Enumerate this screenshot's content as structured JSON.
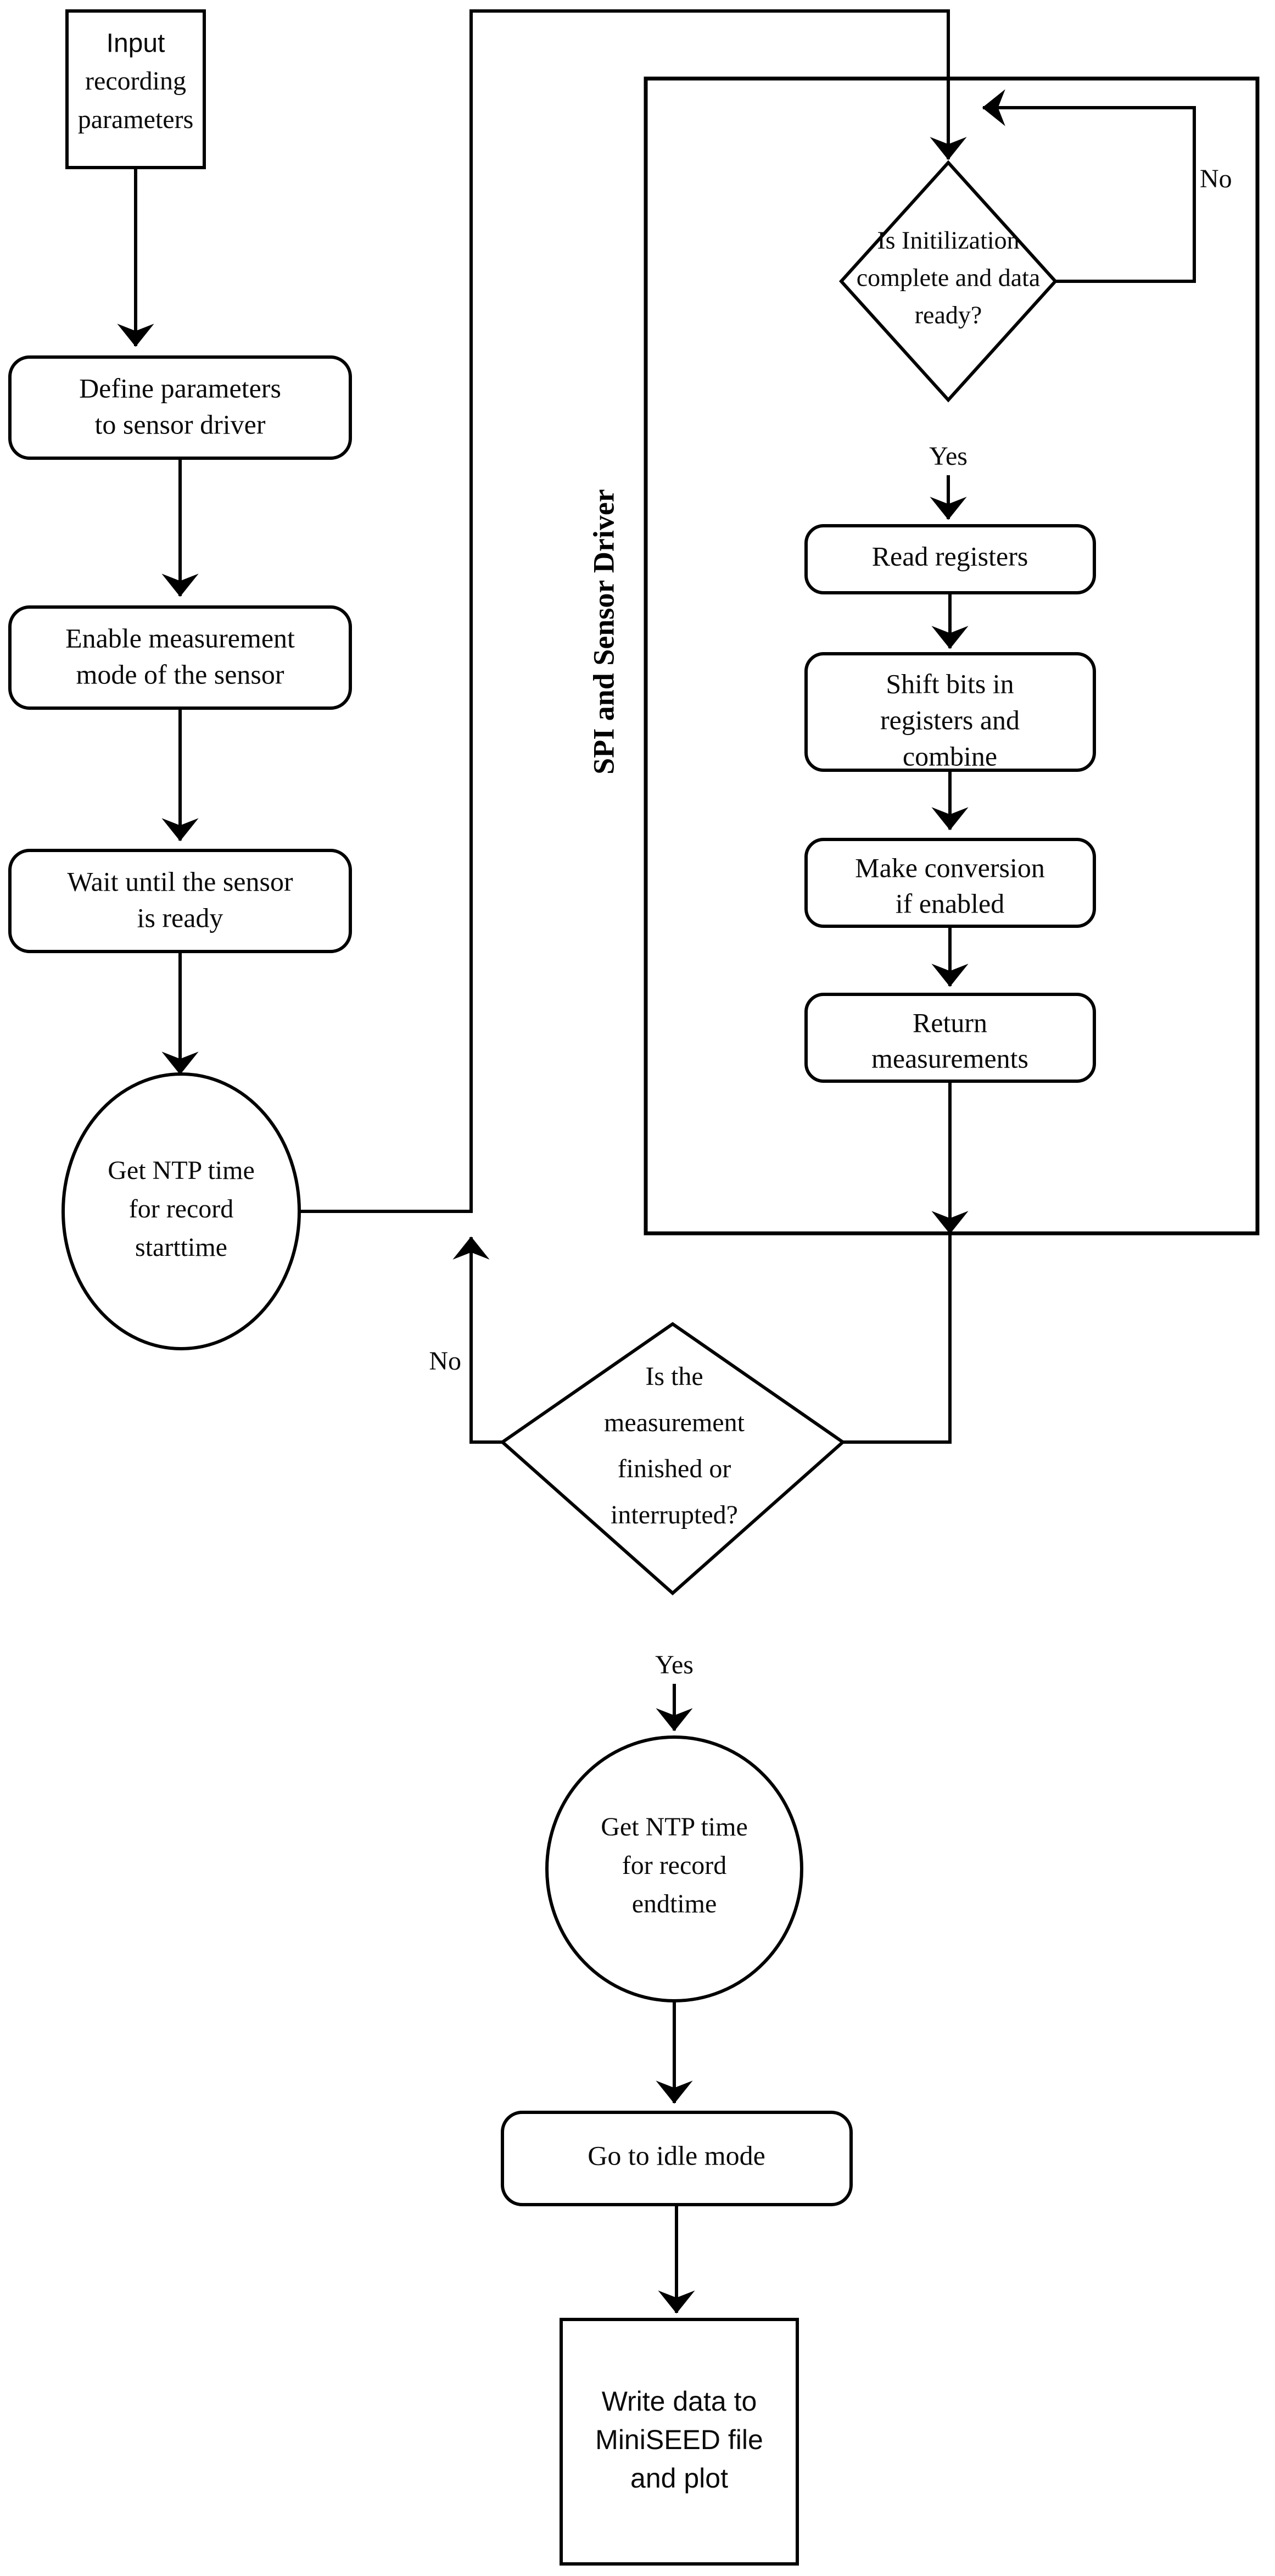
{
  "diagram": {
    "title": "Sensor recording flowchart",
    "group_label": "SPI and Sensor Driver",
    "colors": {
      "stroke": "#000000",
      "fill": "#ffffff",
      "text": "#0a0a0a"
    },
    "nodes": [
      {
        "id": "input-recording-parameters",
        "type": "process-square",
        "lines": [
          "Input",
          "recording",
          "parameters"
        ]
      },
      {
        "id": "define-parameters",
        "type": "rounded-process",
        "lines": [
          "Define parameters",
          "to sensor driver"
        ]
      },
      {
        "id": "enable-measurement-mode",
        "type": "rounded-process",
        "lines": [
          "Enable measurement",
          "mode of the sensor"
        ]
      },
      {
        "id": "wait-until-sensor-ready",
        "type": "rounded-process",
        "lines": [
          "Wait until the sensor",
          "is ready"
        ]
      },
      {
        "id": "get-ntp-starttime",
        "type": "ellipse",
        "lines": [
          "Get NTP time",
          "for record",
          "starttime"
        ]
      },
      {
        "id": "init-complete-decision",
        "type": "decision",
        "lines": [
          "Is Initilization",
          "complete and data",
          "ready?"
        ]
      },
      {
        "id": "read-registers",
        "type": "rounded-process",
        "lines": [
          "Read registers"
        ]
      },
      {
        "id": "shift-bits",
        "type": "rounded-process",
        "lines": [
          "Shift bits in",
          "registers and",
          "combine"
        ]
      },
      {
        "id": "make-conversion",
        "type": "rounded-process",
        "lines": [
          "Make conversion",
          "if enabled"
        ]
      },
      {
        "id": "return-measurements",
        "type": "rounded-process",
        "lines": [
          "Return",
          "measurements"
        ]
      },
      {
        "id": "measurement-finished-decision",
        "type": "decision",
        "lines": [
          "Is the",
          "measurement",
          "finished or",
          "interrupted?"
        ]
      },
      {
        "id": "get-ntp-endtime",
        "type": "ellipse",
        "lines": [
          "Get NTP time",
          "for record",
          "endtime"
        ]
      },
      {
        "id": "go-to-idle-mode",
        "type": "rounded-process",
        "lines": [
          "Go to idle mode"
        ]
      },
      {
        "id": "write-miniseed",
        "type": "process-square",
        "lines": [
          "Write data to",
          "MiniSEED file",
          "and plot"
        ]
      }
    ],
    "edge_labels": {
      "init_no": "No",
      "init_yes": "Yes",
      "measurement_no": "No",
      "measurement_yes": "Yes"
    },
    "nodes_text": {
      "input_l1": "Input",
      "input_l2": "recording",
      "input_l3": "parameters",
      "define_l1": "Define parameters",
      "define_l2": "to sensor driver",
      "enable_l1": "Enable measurement",
      "enable_l2": "mode of the sensor",
      "wait_l1": "Wait until the sensor",
      "wait_l2": "is ready",
      "start_l1": "Get NTP time",
      "start_l2": "for record",
      "start_l3": "starttime",
      "init_l1": "Is Initilization",
      "init_l2": "complete and data",
      "init_l3": "ready?",
      "read_l1": "Read registers",
      "shift_l1": "Shift bits in",
      "shift_l2": "registers and",
      "shift_l3": "combine",
      "conv_l1": "Make conversion",
      "conv_l2": "if enabled",
      "ret_l1": "Return",
      "ret_l2": "measurements",
      "meas_l1": "Is the",
      "meas_l2": "measurement",
      "meas_l3": "finished or",
      "meas_l4": "interrupted?",
      "end_l1": "Get NTP time",
      "end_l2": "for record",
      "end_l3": "endtime",
      "idle_l1": "Go to idle mode",
      "write_l1": "Write data to",
      "write_l2": "MiniSEED file",
      "write_l3": "and plot"
    }
  }
}
